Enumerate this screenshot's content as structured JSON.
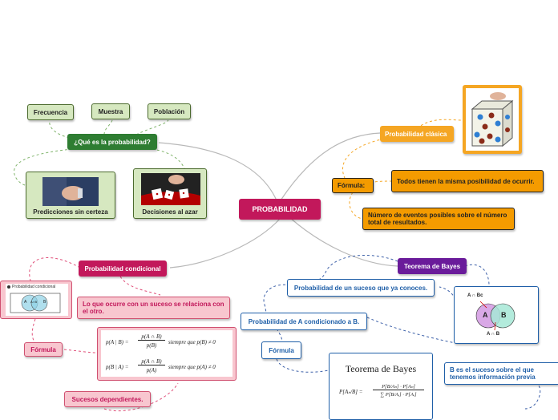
{
  "central": {
    "label": "PROBABILIDAD"
  },
  "left_top": {
    "question": "¿Qué es la probabilidad?",
    "frecuencia": "Frecuencia",
    "muestra": "Muestra",
    "poblacion": "Población",
    "predicciones": "Predicciones sin certeza",
    "decisiones": "Decisiones al azar"
  },
  "right_top": {
    "clasica": "Probabilidad clásica",
    "formula": "Fórmula:",
    "todos": "Todos tienen la misma posibilidad de ocurrir.",
    "numero": "Número de eventos posibles sobre el número total de resultados."
  },
  "left_bottom": {
    "condicional": "Probabilidad condicional",
    "card_title": "Probabilidad condicional",
    "venn_a": "A",
    "venn_mid": "A∩B",
    "venn_b": "B",
    "ocurre": "Lo que ocurre con un suceso se relaciona con el otro.",
    "formula": "Fórmula",
    "sucesos": "Sucesos dependientes.",
    "eq1_lhs": "p(A | B) =",
    "eq1_num": "p(A ∩ B)",
    "eq1_den": "p(B)",
    "eq1_cond": "siempre que  p(B) ≠ 0",
    "eq2_lhs": "p(B | A) =",
    "eq2_num": "p(A ∩ B)",
    "eq2_den": "p(A)",
    "eq2_cond": "siempre que  p(A) ≠ 0"
  },
  "right_bottom": {
    "bayes": "Teorema de Bayes",
    "suceso": "Probabilidad de un suceso que ya conoces.",
    "a_cond_b": "Probabilidad de A condicionado a B.",
    "formula": "Fórmula",
    "venn_abc": "A ∩ Bc",
    "venn_a": "A",
    "venn_b": "B",
    "venn_anb": "A ∩ B",
    "card_title": "Teorema de Bayes",
    "formula_lhs": "P[Aₙ/B] =",
    "formula_num": "P[B/Aₙ] · P[Aₙ]",
    "formula_den": "∑ P[B/Aᵢ] · P[Aᵢ]",
    "b_suceso": "B es el suceso sobre el que tenemos información previa"
  },
  "colors": {
    "green": "#2e7d32",
    "orange": "#f5a623",
    "pink": "#c2185b",
    "blue": "#1f5fa8",
    "purple": "#6a1b9a"
  }
}
